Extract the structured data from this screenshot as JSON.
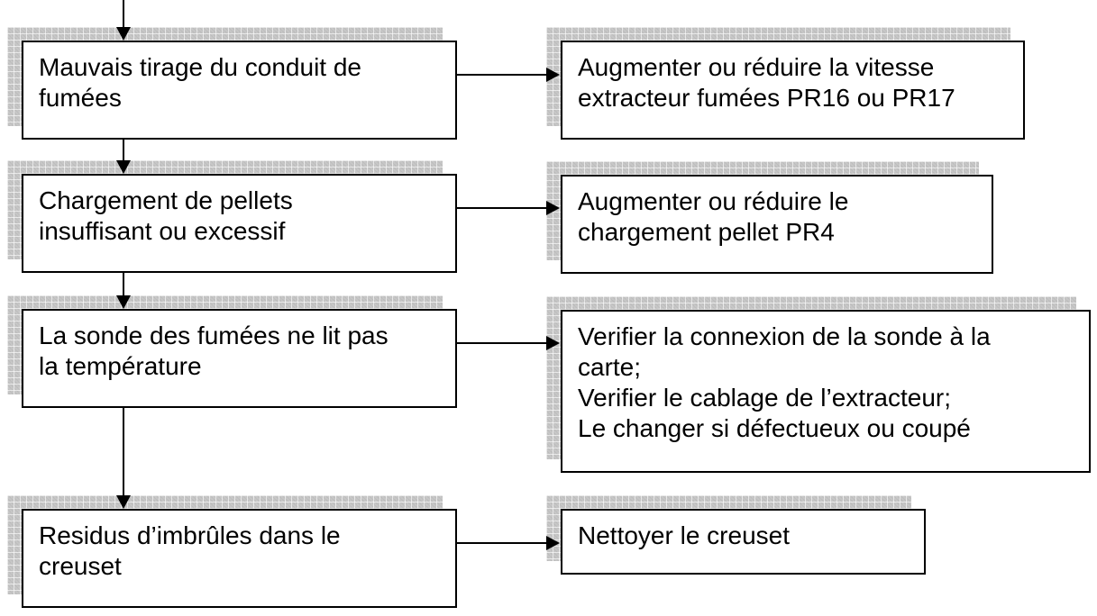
{
  "flowchart": {
    "type": "troubleshooting-flowchart",
    "language": "fr",
    "rows": [
      {
        "cause": "Mauvais tirage du conduit de\nfumées",
        "remedy": "Augmenter ou réduire la vitesse\nextracteur fumées PR16 ou PR17"
      },
      {
        "cause": "Chargement de pellets\ninsuffisant ou excessif",
        "remedy": "Augmenter ou réduire le\nchargement pellet PR4"
      },
      {
        "cause": "La sonde des fumées ne lit pas\nla température",
        "remedy": "Verifier la connexion de la sonde à la\ncarte;\nVerifier le cablage de l’extracteur;\nLe changer si défectueux ou coupé"
      },
      {
        "cause": "Residus d’imbrûles dans le\ncreuset",
        "remedy": "Nettoyer le creuset"
      }
    ],
    "colors": {
      "box_fill": "#ffffff",
      "box_border": "#000000",
      "text": "#000000",
      "shadow_base": "#c7c7c7",
      "shadow_grid": "#dedede",
      "arrow": "#000000",
      "background": "#ffffff"
    }
  }
}
